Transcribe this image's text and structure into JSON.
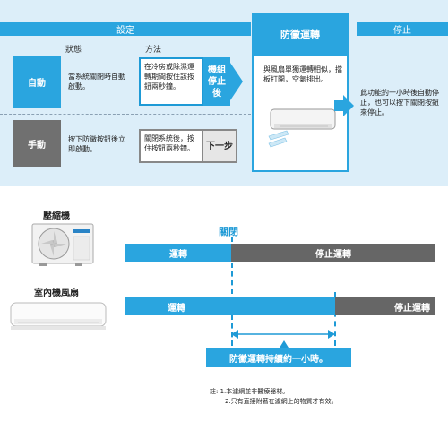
{
  "flow": {
    "header_settings": "設定",
    "header_anti_mold": "防黴運轉",
    "header_stop": "停止",
    "col_state": "狀態",
    "col_method": "方法",
    "auto": {
      "mode": "自動",
      "state": "當系統關閉時自動啟動。",
      "method": "在冷房或除濕運轉期間按住該按鈕兩秒鐘。",
      "next": "機組停止後"
    },
    "manual": {
      "mode": "手動",
      "state": "按下防黴按鈕後立即啟動。",
      "method": "關閉系統後，按住按鈕兩秒鐘。",
      "next": "下一步"
    },
    "anti_mold_desc": "與風扇單獨運轉相似，擋板打開，空氣排出。",
    "stop_desc": "此功能約一小時後自動停止，也可以按下關閉按鈕來停止。"
  },
  "timeline": {
    "compressor_label": "壓縮機",
    "indoor_fan_label": "室內機風扇",
    "off_label": "關閉",
    "compressor_run": "運轉",
    "compressor_stop": "停止運轉",
    "fan_run": "運轉",
    "fan_stop": "停止運轉",
    "duration": "防黴運轉持續約一小時。"
  },
  "notes": {
    "line1": "註: 1.本濾網並非醫療器材。",
    "line2": "2.只有直接附著在濾網上的物質才有效。"
  },
  "colors": {
    "accent_blue": "#2aa5df",
    "stop_grey": "#666666",
    "panel_bg": "#dceef9"
  },
  "icons": [
    "right-arrow-icon",
    "outdoor-unit-icon",
    "indoor-unit-icon",
    "airflow-icon"
  ]
}
